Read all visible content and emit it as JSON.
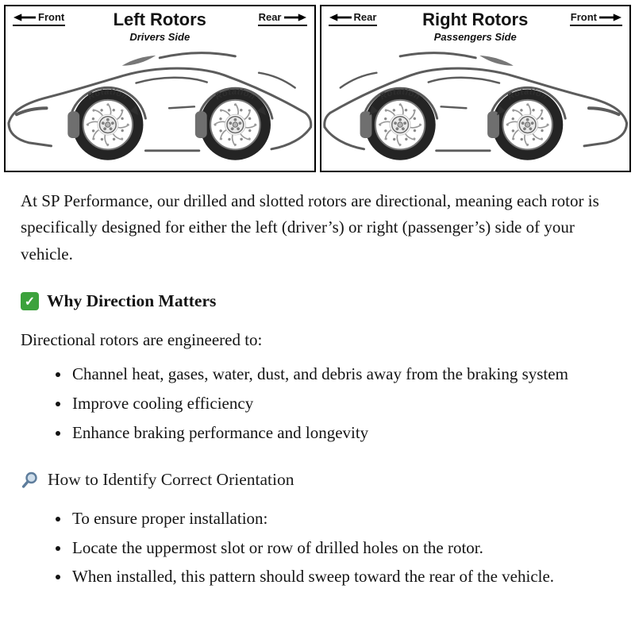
{
  "diagram": {
    "panels": [
      {
        "front_label": "Front",
        "rear_label": "Rear",
        "title": "Left Rotors",
        "subtitle": "Drivers Side",
        "rotation_label": "Rotation"
      },
      {
        "front_label": "Front",
        "rear_label": "Rear",
        "title": "Right Rotors",
        "subtitle": "Passengers Side",
        "rotation_label": "Rotation"
      }
    ]
  },
  "content": {
    "intro": "At SP Performance, our drilled and slotted rotors are directional, meaning each rotor is specifically designed for either the left (driver’s) or right (passenger’s) side of your vehicle.",
    "sections": [
      {
        "icon": "green-check-icon",
        "icon_glyph": "✓",
        "heading": "Why Direction Matters",
        "lead": "Directional rotors are engineered to:",
        "bullets": [
          "Channel heat, gases, water, dust, and debris away from the braking system",
          "Improve cooling efficiency",
          "Enhance braking performance and longevity"
        ]
      },
      {
        "icon": "magnifier-icon",
        "heading": "How to Identify Correct Orientation",
        "bullets": [
          "To ensure proper installation:",
          "Locate the uppermost slot or row of drilled holes on the rotor.",
          "When installed, this pattern should sweep toward the rear of the vehicle."
        ]
      }
    ]
  }
}
